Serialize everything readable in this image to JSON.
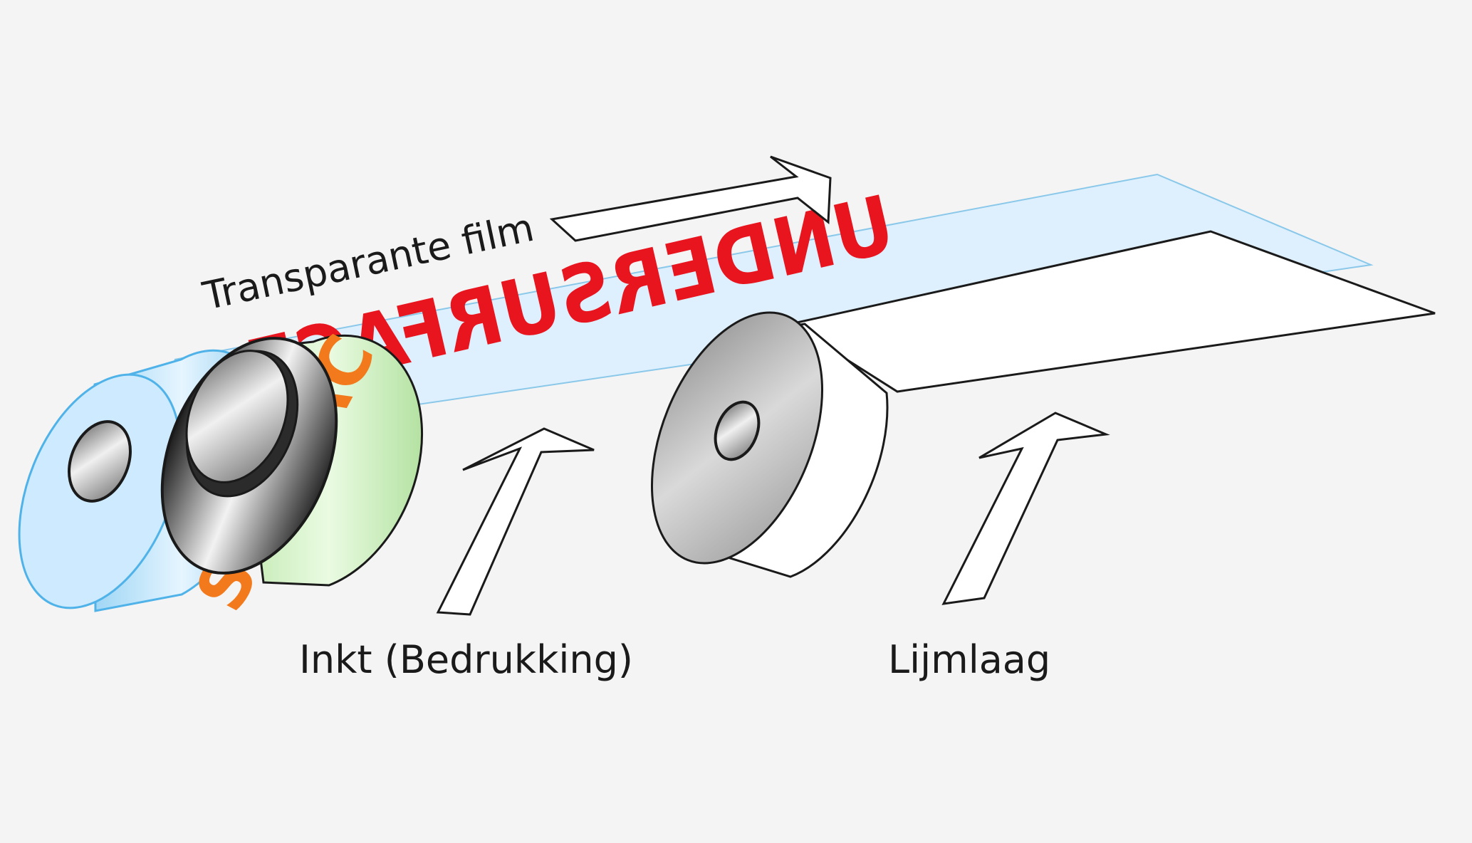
{
  "labels": {
    "film": "Transparante film",
    "ink": "Inkt (Bedrukking)",
    "adhesive": "Lijmlaag"
  },
  "printed_text": {
    "reverse": "UNDERSURFACE",
    "surface": "SURFAC"
  },
  "colors": {
    "background": "#f4f4f4",
    "film_fill": "#dcefff",
    "film_edge": "#7fc4ea",
    "roll_blue": "#4fb2e8",
    "ink_red": "#e8141e",
    "ink_orange": "#f27a1c",
    "ink_green": "#cfeec0",
    "outline": "#1a1a1a"
  }
}
